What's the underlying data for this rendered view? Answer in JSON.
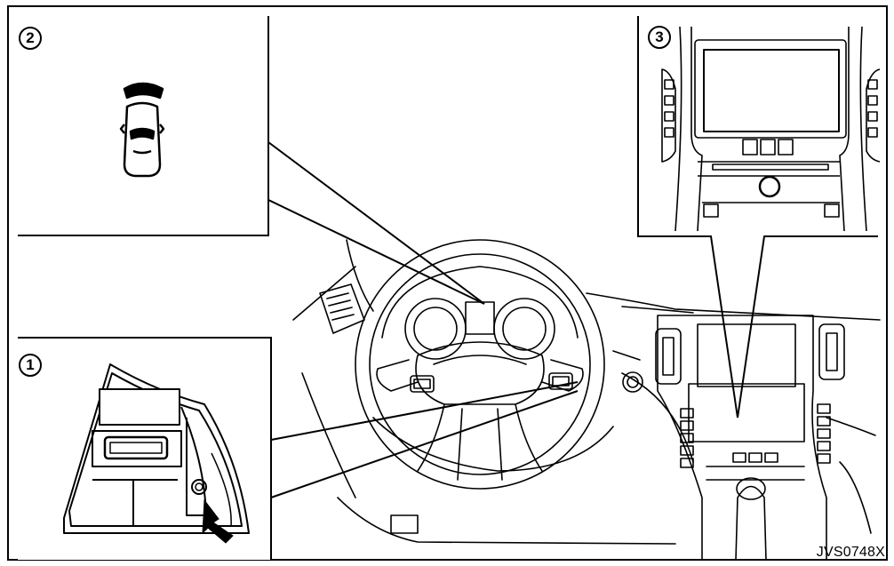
{
  "callouts": [
    {
      "id": "1",
      "label": "①"
    },
    {
      "id": "2",
      "label": "②"
    },
    {
      "id": "3",
      "label": "③"
    }
  ],
  "figure_code": "JVS0748X",
  "colors": {
    "line": "#000000",
    "background": "#ffffff"
  }
}
